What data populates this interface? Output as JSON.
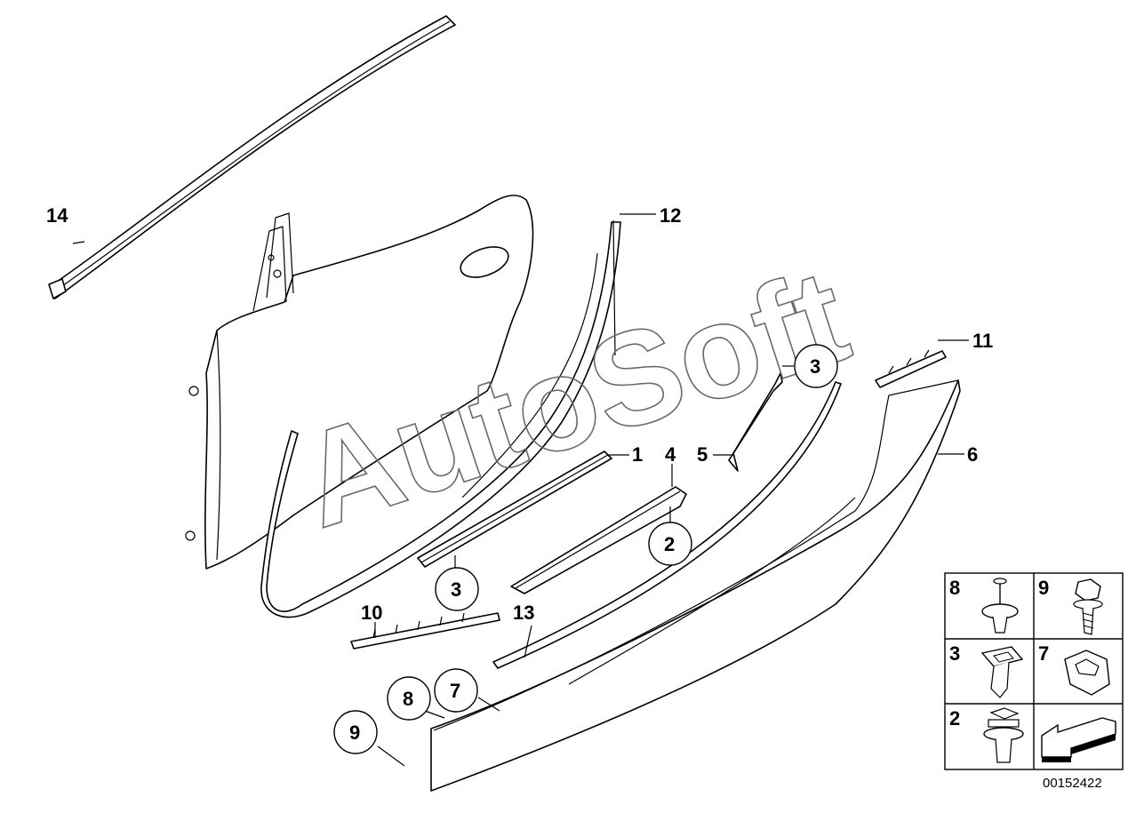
{
  "watermark": "AutoSoft",
  "document_number": "00152422",
  "callouts": {
    "c1": "1",
    "c2": "2",
    "c3a": "3",
    "c3b": "3",
    "c4": "4",
    "c5": "5",
    "c6": "6",
    "c7": "7",
    "c8": "8",
    "c9": "9",
    "c10": "10",
    "c11": "11",
    "c12": "12",
    "c13": "13",
    "c14": "14"
  },
  "legend": {
    "cells": [
      {
        "num": "8",
        "icon": "push-rivet-icon"
      },
      {
        "num": "9",
        "icon": "hex-screw-icon"
      },
      {
        "num": "3",
        "icon": "clip-nut-icon"
      },
      {
        "num": "7",
        "icon": "u-nut-icon"
      },
      {
        "num": "2",
        "icon": "expansion-clip-icon"
      },
      {
        "num": "",
        "icon": "installation-arrow-icon"
      }
    ]
  }
}
